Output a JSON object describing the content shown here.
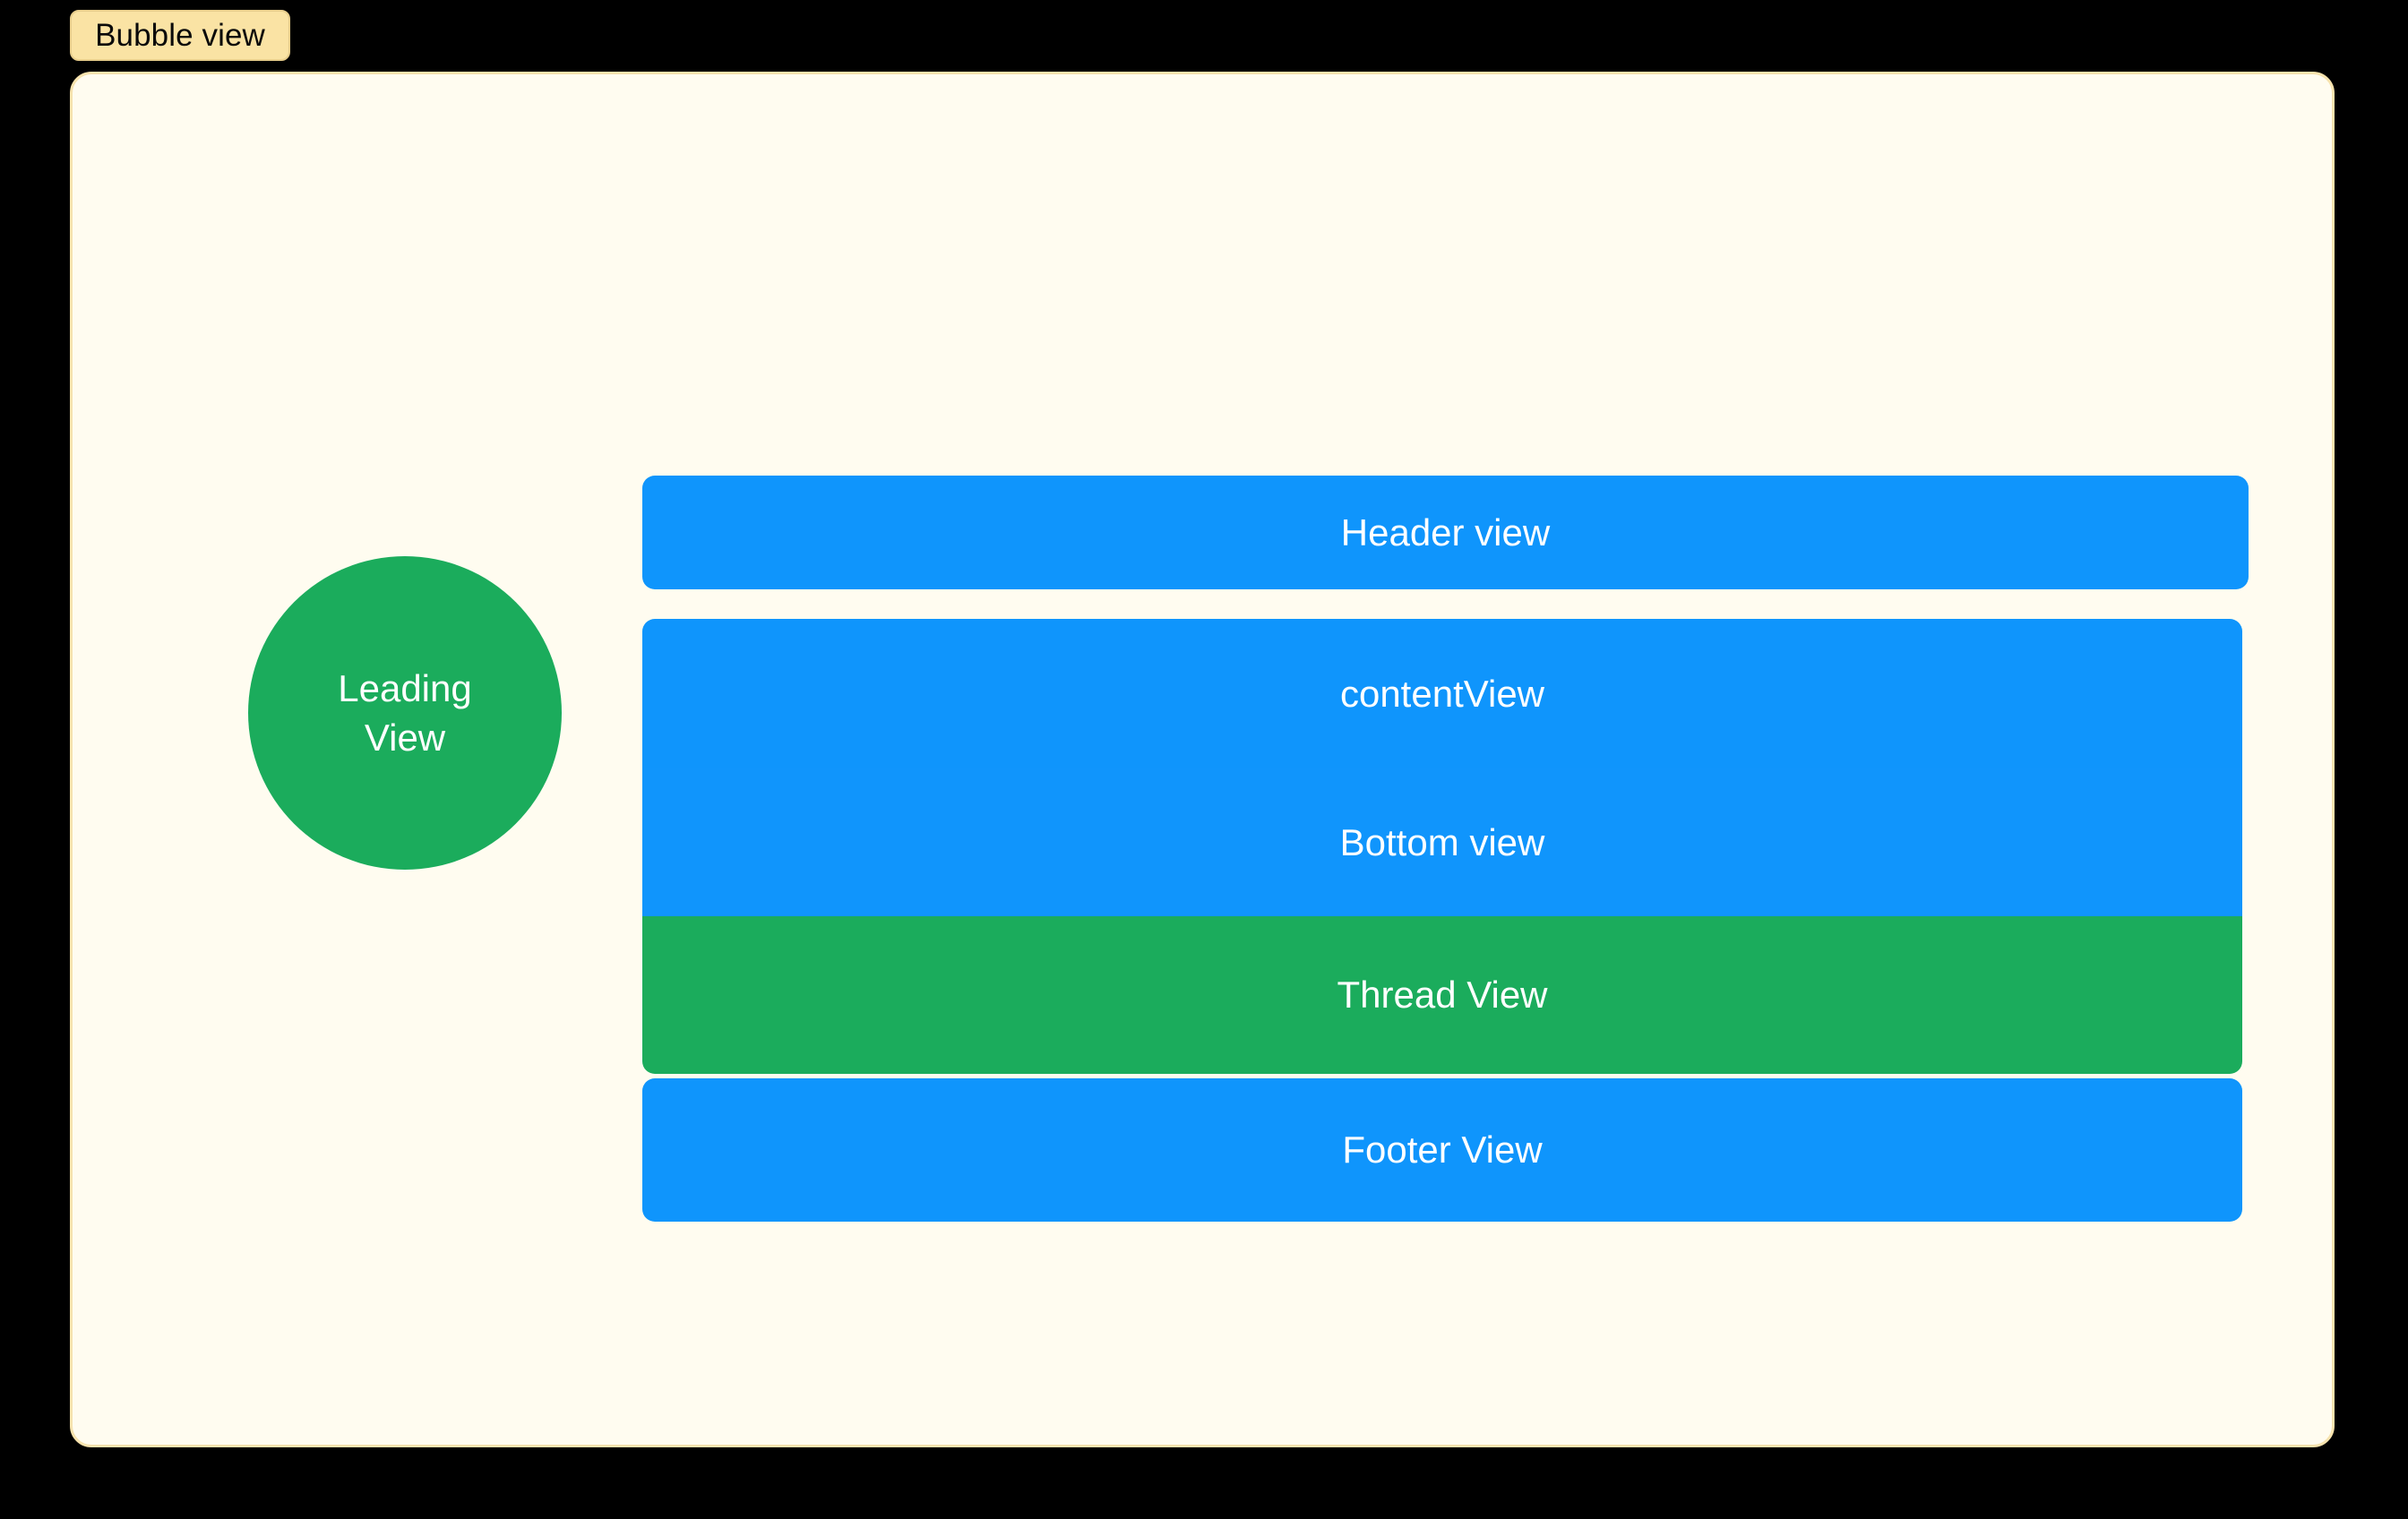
{
  "badge": {
    "label": "Bubble view",
    "fill": "#FAE3A4",
    "border": "#E8CE8C",
    "text_color": "#0A0A0A"
  },
  "container": {
    "fill": "#FFFCF0",
    "border": "#F7E3AE"
  },
  "canvas": {
    "background": "#000000"
  },
  "leading_view": {
    "line1": "Leading",
    "line2": "View",
    "fill": "#1BAC5C",
    "text_color": "#FFFFFF"
  },
  "stack": {
    "bars": [
      {
        "name": "header-view",
        "label": "Header view",
        "fill": "#0F95FC",
        "text_color": "#FFFFFF"
      },
      {
        "name": "content-view",
        "label": "contentView",
        "fill": "#0F95FC",
        "text_color": "#FFFFFF"
      },
      {
        "name": "bottom-view",
        "label": "Bottom view",
        "fill": "#1095FC",
        "text_color": "#FFFFFF"
      },
      {
        "name": "thread-view",
        "label": "Thread View",
        "fill": "#1BAC5C",
        "text_color": "#FFFFFF"
      },
      {
        "name": "footer-view",
        "label": "Footer View",
        "fill": "#0F95FC",
        "text_color": "#FFFFFF"
      }
    ]
  }
}
